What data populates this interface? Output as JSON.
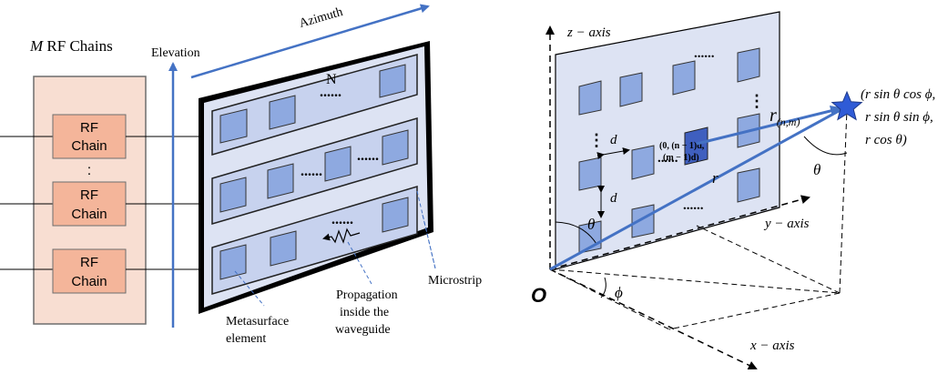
{
  "left": {
    "rf_chains_title_italic": "M",
    "rf_chains_title_rest": " RF Chains",
    "elevation_label": "Elevation",
    "azimuth_label": "Azimuth",
    "rf_chain_line1": "RF",
    "rf_chain_line2": "Chain",
    "rf_chain_separator": ":",
    "n_label": "N",
    "ellipsis": "......",
    "microstrip_label": "Microstrip",
    "propagation_line1": "Propagation",
    "propagation_line2": "inside the",
    "propagation_line3": "waveguide",
    "metasurface_line1": "Metasurface",
    "metasurface_line2": "element"
  },
  "right": {
    "z_axis": "z − axis",
    "y_axis": "y − axis",
    "x_axis": "x − axis",
    "origin": "O",
    "d_label": "d",
    "theta": "θ",
    "phi": "ϕ",
    "r_label": "r",
    "r_nm_main": "r",
    "r_nm_sub": "(n,m)",
    "element_coord_line1": "(0, (n − 1)d,",
    "element_coord_line2": "(m − 1)d)",
    "point_line1": "(r sin θ cos ϕ,",
    "point_line2": "r sin θ sin ϕ,",
    "point_line3": "r cos θ)",
    "ellipsis": "......",
    "vdots": "⋮"
  },
  "colors": {
    "panel_fill": "#dde3f3",
    "element_fill": "#8ea9e0",
    "element_dark": "#3f5fbf",
    "rf_fill": "#f8ded2",
    "rf_box": "#f4b59a",
    "arrow_blue": "#4472c4",
    "star_blue": "#2f5bd6"
  }
}
